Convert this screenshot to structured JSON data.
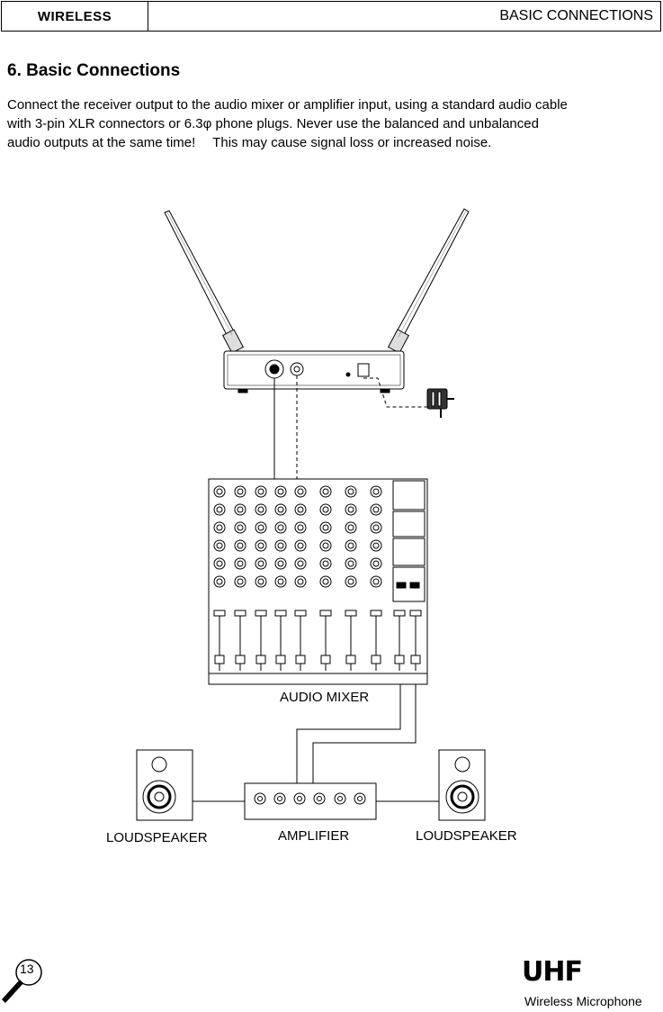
{
  "header": {
    "left": "WIRELESS",
    "right": "BASIC CONNECTIONS"
  },
  "section": {
    "title": "6. Basic Connections",
    "paragraph_lines": [
      "Connect the receiver output to the audio mixer or amplifier input, using a standard audio cable",
      "with 3-pin XLR connectors or 6.3φ phone plugs. Never use the balanced and unbalanced",
      "audio outputs at the same time!  This may cause signal loss or increased noise."
    ]
  },
  "diagram": {
    "labels": {
      "mixer": "AUDIO MIXER",
      "speaker_left": "LOUDSPEAKER",
      "amplifier": "AMPLIFIER",
      "speaker_right": "LOUDSPEAKER"
    },
    "icons": [
      "antenna-icon",
      "receiver-icon",
      "power-adapter-icon",
      "mixer-icon",
      "amplifier-icon",
      "loudspeaker-icon"
    ]
  },
  "footer": {
    "page_number": "13",
    "logo_text": "UHF",
    "product": "Wireless Microphone"
  }
}
